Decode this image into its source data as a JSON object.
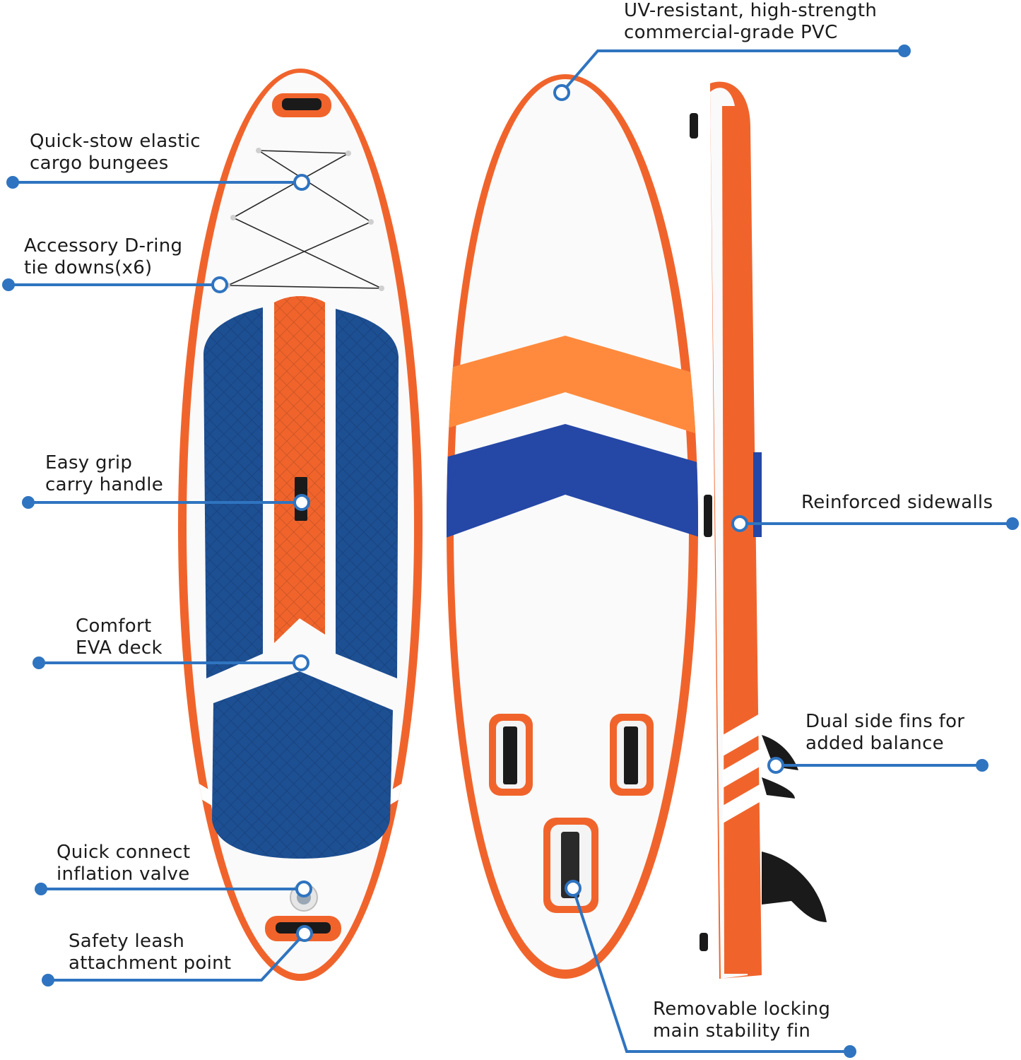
{
  "colors": {
    "accent_blue": "#2f74c0",
    "board_orange": "#f0642c",
    "stripe_orange": "#ff8a3d",
    "deck_navy": "#1d4f93",
    "stripe_blue": "#2547a6",
    "fin_black": "#1a1a1a"
  },
  "callouts": [
    {
      "id": "bungees",
      "line1": "Quick-stow elastic",
      "line2": "cargo bungees"
    },
    {
      "id": "d_ring",
      "line1": "Accessory D-ring",
      "line2": "tie downs(x6)"
    },
    {
      "id": "handle",
      "line1": "Easy grip",
      "line2": "carry handle"
    },
    {
      "id": "deck",
      "line1": "Comfort",
      "line2": "EVA deck"
    },
    {
      "id": "valve",
      "line1": "Quick connect",
      "line2": "inflation valve"
    },
    {
      "id": "leash",
      "line1": "Safety leash",
      "line2": "attachment point"
    },
    {
      "id": "pvc",
      "line1": "UV-resistant, high-strength",
      "line2": "commercial-grade PVC"
    },
    {
      "id": "sidewalls",
      "line1": "Reinforced sidewalls",
      "line2": ""
    },
    {
      "id": "side_fins",
      "line1": "Dual side fins for",
      "line2": "added balance"
    },
    {
      "id": "main_fin",
      "line1": "Removable locking",
      "line2": "main stability fin"
    }
  ]
}
